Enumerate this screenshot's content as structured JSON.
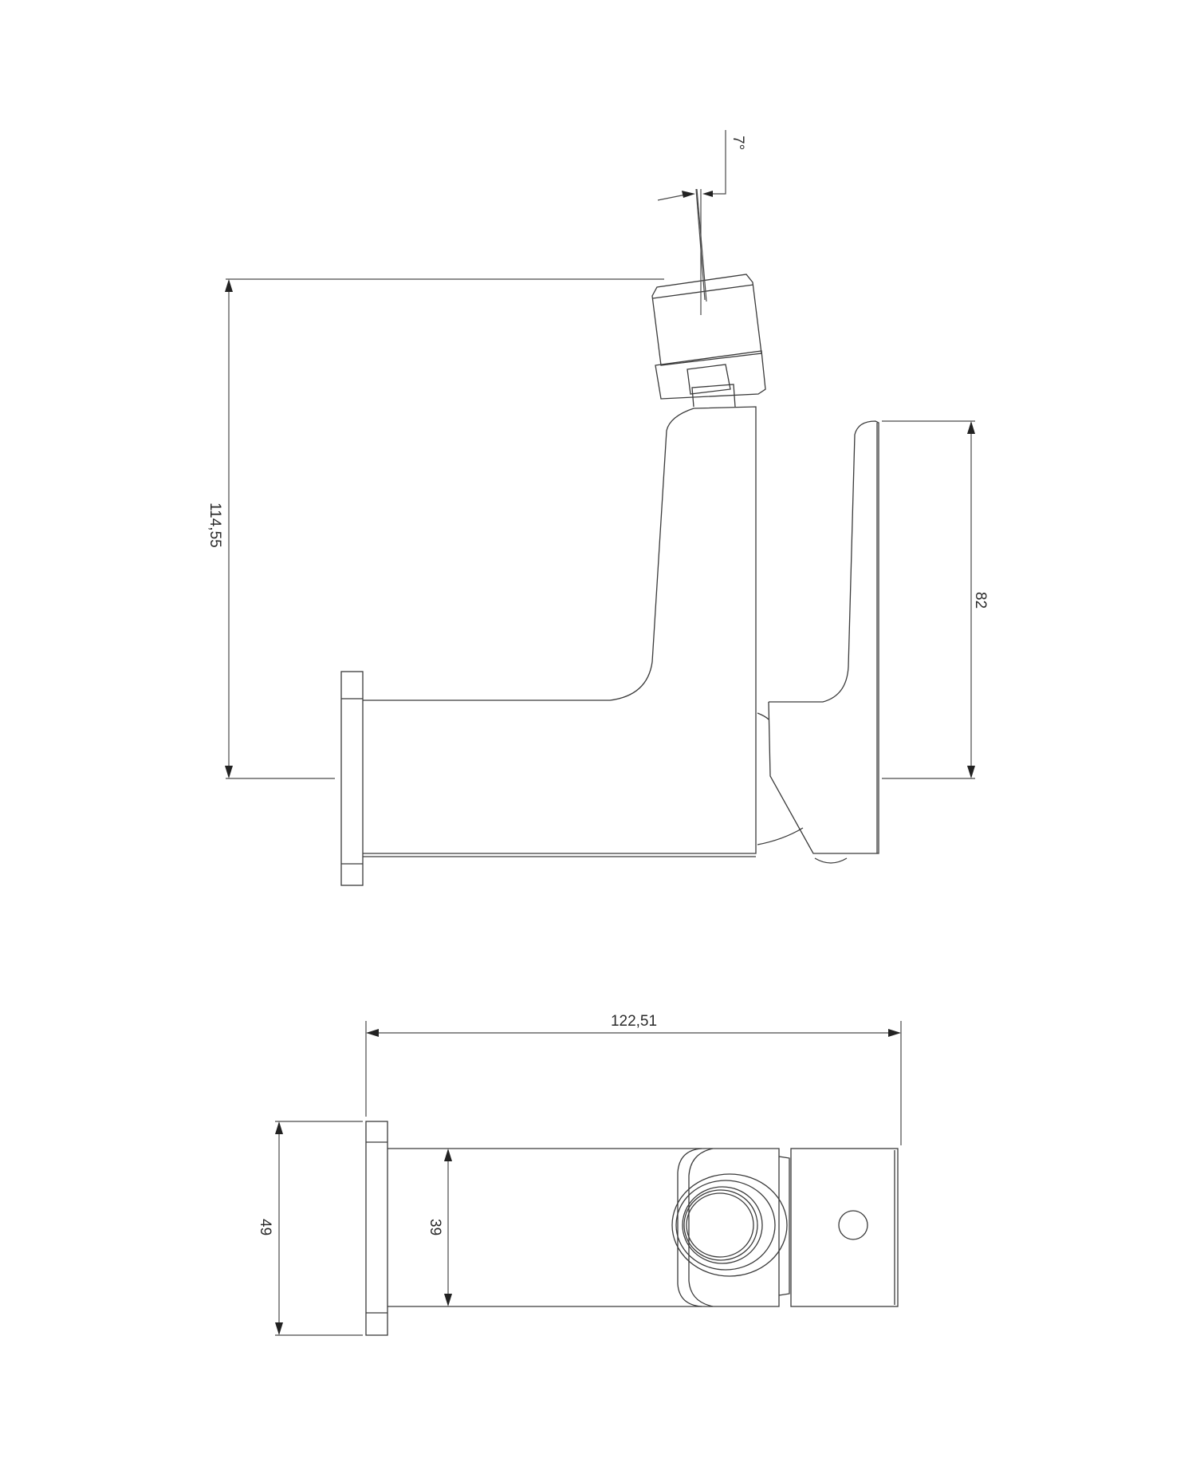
{
  "drawing": {
    "type": "technical-drawing",
    "subject": "wall-mounted faucet / spout",
    "views": [
      {
        "name": "side-view"
      },
      {
        "name": "top-view"
      }
    ],
    "colors": {
      "background": "#ffffff",
      "line": "#3a3a3a",
      "dimension": "#4a4a4a"
    }
  },
  "dimensions": {
    "angle": "7°",
    "total_height": "114,55",
    "spout_height": "82",
    "total_length": "122,51",
    "flange_width": "49",
    "body_width": "39"
  }
}
